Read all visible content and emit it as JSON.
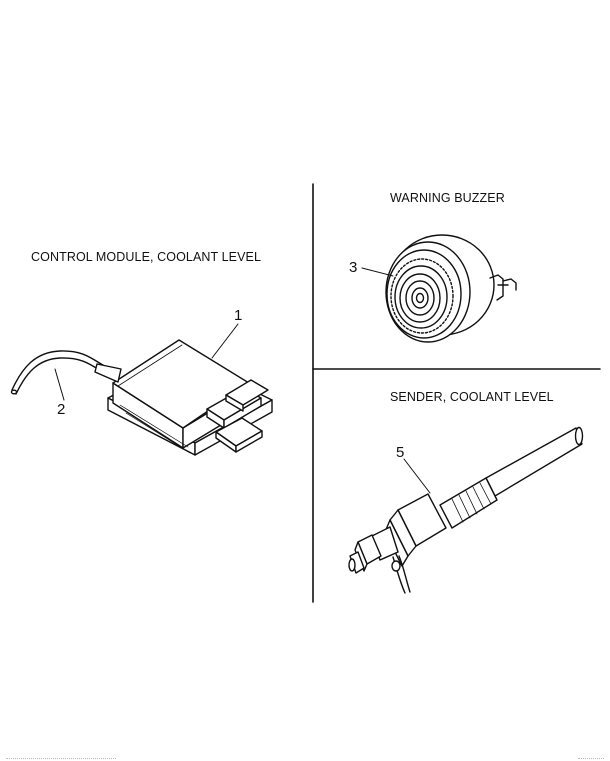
{
  "panels": {
    "control_module": {
      "title": "CONTROL MODULE, COOLANT LEVEL",
      "callouts": [
        "1",
        "2"
      ]
    },
    "warning_buzzer": {
      "title": "WARNING BUZZER",
      "callouts": [
        "3"
      ]
    },
    "sender": {
      "title": "SENDER, COOLANT LEVEL",
      "callouts": [
        "5"
      ]
    }
  },
  "colors": {
    "line": "#111111",
    "background": "#ffffff",
    "footer_text": "#9a9a9a"
  }
}
